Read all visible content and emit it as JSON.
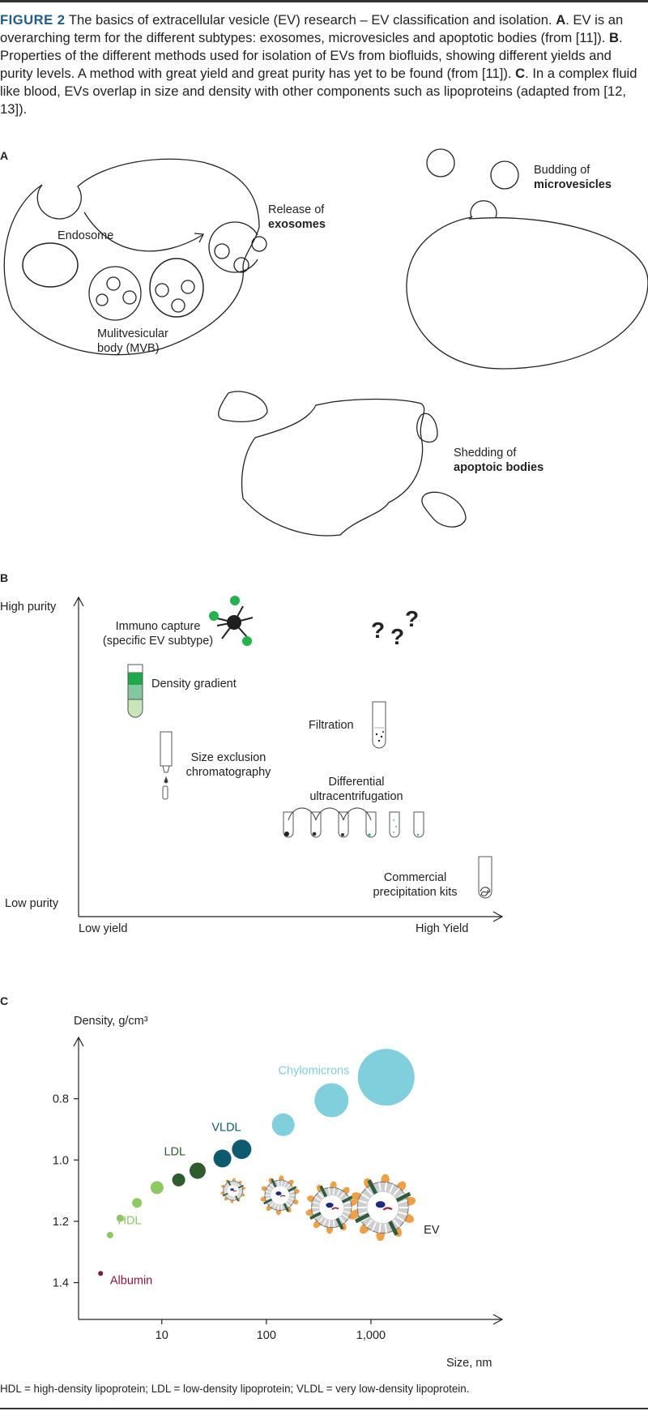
{
  "caption": {
    "figure_label": "FIGURE 2",
    "title": "The basics of extracellular vesicle (EV) research – EV classification and isolation.",
    "a_letter": "A",
    "a_text": ". EV is an overarching term for the different subtypes: exosomes, microvesicles and apoptotic bodies (from [11]). ",
    "b_letter": "B",
    "b_text": ". Properties of the different methods used for isolation of EVs from biofluids, showing different yields and purity levels. A method with great yield and great purity has yet to be found (from [11]). ",
    "c_letter": "C",
    "c_text": ". In a complex fluid like blood, EVs overlap in size and density with other components such as lipoproteins (adapted from [12, 13])."
  },
  "panel_a": {
    "letter": "A",
    "endosome": "Endosome",
    "mvb_line1": "Mulitvesicular",
    "mvb_line2": "body (MVB)",
    "release_line1": "Release of",
    "release_line2": "exosomes",
    "budding_line1": "Budding of",
    "budding_line2": "microvesicles",
    "shedding_line1": "Shedding of",
    "shedding_line2": "apoptoic bodies"
  },
  "panel_b": {
    "letter": "B",
    "y_high": "High purity",
    "y_low": "Low purity",
    "x_low": "Low yield",
    "x_high": "High Yield",
    "immuno_line1": "Immuno capture",
    "immuno_line2": "(specific EV subtype)",
    "density": "Density gradient",
    "filtration": "Filtration",
    "sec_line1": "Size exclusion",
    "sec_line2": "chromatography",
    "diff_line1": "Differential",
    "diff_line2": "ultracentrifugation",
    "comm_line1": "Commercial",
    "comm_line2": "precipitation kits",
    "question_mark": "?"
  },
  "panel_c": {
    "letter": "C"
  },
  "chart_data": {
    "type": "scatter",
    "ylabel": "Density, g/cm³",
    "xlabel": "Size, nm",
    "x_scale": "log",
    "y_inverted": true,
    "xlim": [
      1.6,
      18000
    ],
    "ylim": [
      1.52,
      0.6
    ],
    "x_ticks": [
      {
        "value": 10,
        "label": "10"
      },
      {
        "value": 100,
        "label": "100"
      },
      {
        "value": 1000,
        "label": "1,000"
      }
    ],
    "y_ticks": [
      {
        "value": 0.8,
        "label": "0.8"
      },
      {
        "value": 1.0,
        "label": "1.0"
      },
      {
        "value": 1.2,
        "label": "1.2"
      },
      {
        "value": 1.4,
        "label": "1.4"
      }
    ],
    "series": [
      {
        "name": "Albumin",
        "color": "#8a1538",
        "label_x": 3.2,
        "label_y": 1.405,
        "points": [
          {
            "x": 2.6,
            "y": 1.37,
            "r": 3
          }
        ]
      },
      {
        "name": "HDL",
        "color": "#8dc863",
        "label_x": 3.8,
        "label_y": 1.21,
        "points": [
          {
            "x": 3.2,
            "y": 1.245,
            "r": 4
          },
          {
            "x": 4.0,
            "y": 1.19,
            "r": 4.5
          },
          {
            "x": 5.8,
            "y": 1.14,
            "r": 6
          },
          {
            "x": 9.0,
            "y": 1.09,
            "r": 8
          }
        ]
      },
      {
        "name": "LDL",
        "color": "#2e5c2e",
        "label_x": 10.5,
        "label_y": 0.985,
        "points": [
          {
            "x": 14.5,
            "y": 1.065,
            "r": 8
          },
          {
            "x": 22,
            "y": 1.035,
            "r": 10
          }
        ]
      },
      {
        "name": "VLDL",
        "color": "#0e5a6e",
        "label_x": 30,
        "label_y": 0.905,
        "points": [
          {
            "x": 38,
            "y": 0.995,
            "r": 11
          },
          {
            "x": 58,
            "y": 0.965,
            "r": 12
          }
        ]
      },
      {
        "name": "Chylomicrons",
        "color": "#7fd0dc",
        "label_x": 130,
        "label_y": 0.72,
        "points": [
          {
            "x": 145,
            "y": 0.885,
            "r": 14
          },
          {
            "x": 420,
            "y": 0.805,
            "r": 21
          },
          {
            "x": 1400,
            "y": 0.73,
            "r": 35
          }
        ]
      },
      {
        "name": "EV",
        "color": "#f0a040",
        "label_x": 3200,
        "label_y": 1.24,
        "points": [
          {
            "x": 48,
            "y": 1.1,
            "r": 14
          },
          {
            "x": 135,
            "y": 1.115,
            "r": 22
          },
          {
            "x": 420,
            "y": 1.155,
            "r": 29
          },
          {
            "x": 1300,
            "y": 1.155,
            "r": 37
          }
        ]
      }
    ]
  },
  "footnote": "HDL = high-density lipoprotein; LDL = low-density lipoprotein; VLDL = very low-density lipoprotein."
}
